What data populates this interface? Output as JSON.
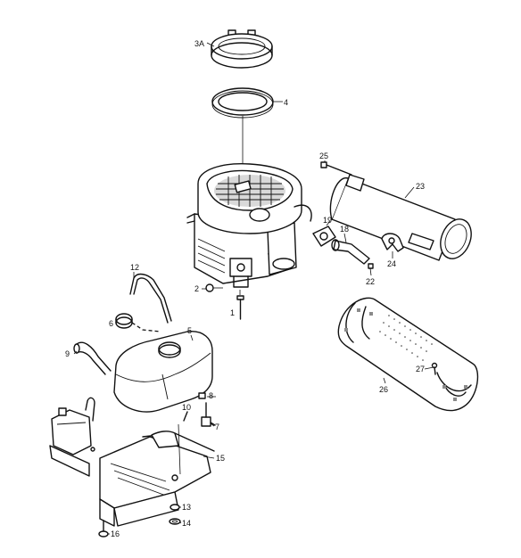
{
  "callouts": {
    "c3A": "3A",
    "c4": "4",
    "c25": "25",
    "c23": "23",
    "c19": "19",
    "c18": "18",
    "c24": "24",
    "c22": "22",
    "c12": "12",
    "c2": "2",
    "c1": "1",
    "c6": "6",
    "c5": "5",
    "c9": "9",
    "c8": "8",
    "c10": "10",
    "c7": "7",
    "c15": "15",
    "c13": "13",
    "c14": "14",
    "c16": "16",
    "c26": "26",
    "c27": "27"
  },
  "icons": {
    "filter_cover": "air-filter-cover-icon",
    "filter_element": "filter-ring-icon",
    "engine": "engine-block-icon",
    "muffler": "muffler-icon",
    "fuel_tank": "fuel-tank-icon"
  }
}
